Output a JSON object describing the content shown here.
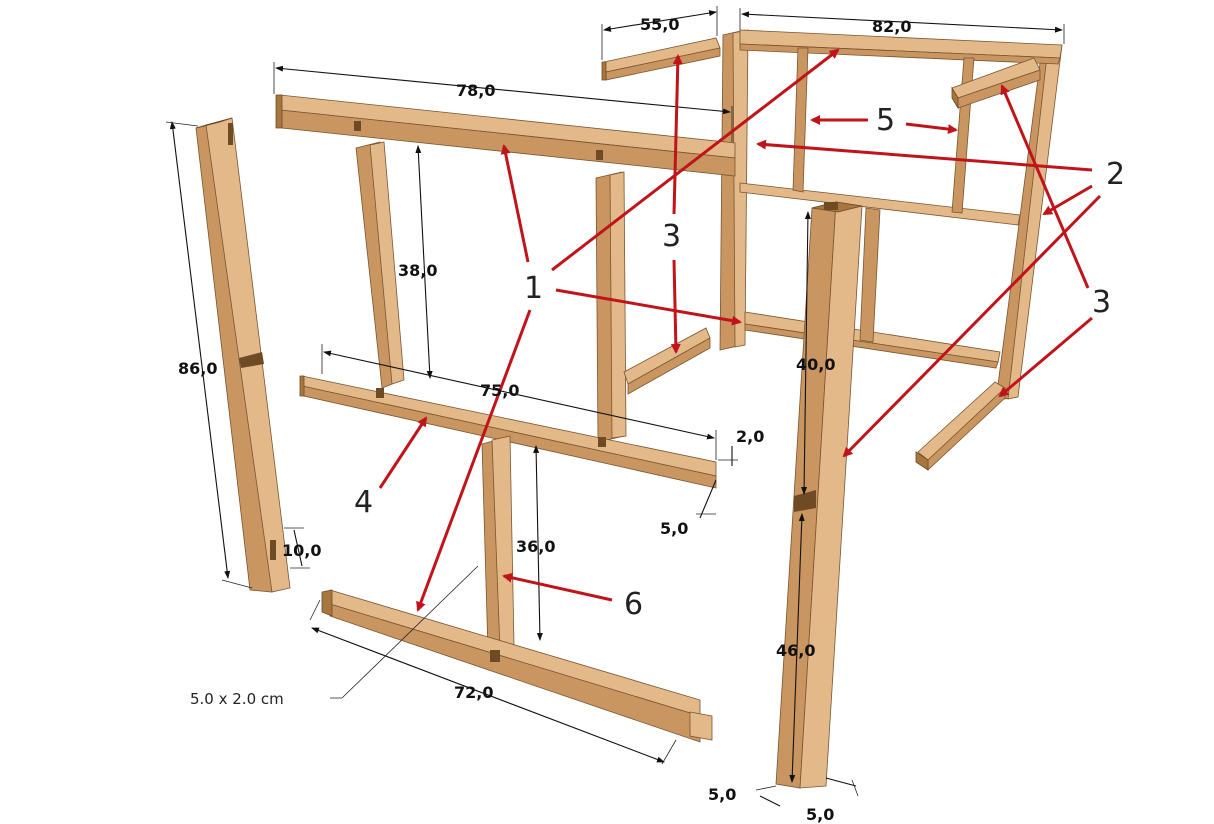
{
  "dimensions": {
    "d55": "55,0",
    "d82": "82,0",
    "d78": "78,0",
    "d38": "38,0",
    "d86": "86,0",
    "d75": "75,0",
    "d2": "2,0",
    "d5a": "5,0",
    "d10": "10,0",
    "d36": "36,0",
    "d72": "72,0",
    "d40": "40,0",
    "d46": "46,0",
    "d5b": "5,0",
    "d5c": "5,0"
  },
  "callouts": {
    "c1": "1",
    "c2": "2",
    "c3a": "3",
    "c3b": "3",
    "c4": "4",
    "c5": "5",
    "c6": "6"
  },
  "note": "5.0 x 2.0 cm",
  "colors": {
    "arrow": "#c0141a",
    "wood_light": "#e3b98a",
    "wood_mid": "#c99561",
    "wood_dark": "#a8763f"
  }
}
